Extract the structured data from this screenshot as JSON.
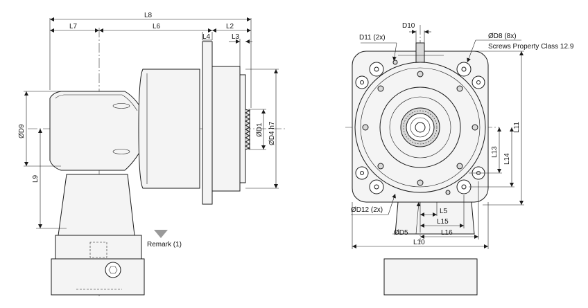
{
  "side_view": {
    "labels": {
      "L8": "L8",
      "L7": "L7",
      "L6": "L6",
      "L2": "L2",
      "L4": "L4",
      "L3": "L3",
      "D9": "ØD9",
      "L9": "L9",
      "D1": "ØD1",
      "D4": "ØD4 h7",
      "remark": "Remark (1)"
    }
  },
  "front_view": {
    "labels": {
      "D10": "D10",
      "D11": "D11 (2x)",
      "D8": "ØD8 (8x)",
      "screws": "Screws Property Class 12.9",
      "L11": "L11",
      "L13": "L13",
      "L14": "L14",
      "D12": "ØD12 (2x)",
      "L5": "L5",
      "L15": "L15",
      "D5": "ØD5",
      "L16": "L16",
      "L10": "L10"
    }
  },
  "colors": {
    "line": "#1a1a1a",
    "fill": "#f4f4f4",
    "remark_arrow": "#9a9a9a"
  }
}
